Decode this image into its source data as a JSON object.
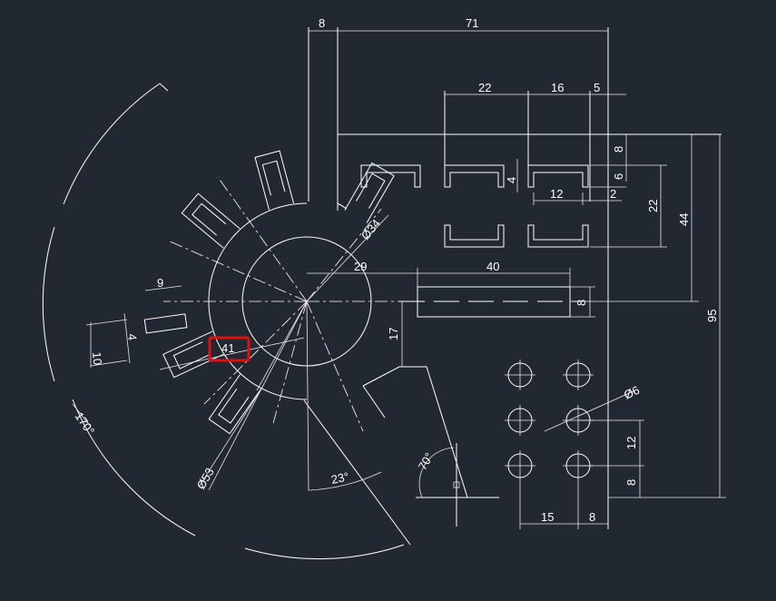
{
  "drawing": {
    "background": "#222831",
    "line_color": "#ffffff",
    "highlight_color": "#e01010",
    "highlighted_dimension": "41",
    "dimensions": {
      "top_8": "8",
      "top_71": "71",
      "d22_top": "22",
      "d16_top": "16",
      "d5_top": "5",
      "r8": "8",
      "r6": "6",
      "d4_slot": "4",
      "d12_slot": "12",
      "d2_slot": "2",
      "v22": "22",
      "v44": "44",
      "v95": "95",
      "dia34": "Ø34",
      "h29": "29",
      "h40": "40",
      "v8_bar": "8",
      "v17": "17",
      "dia6": "Ø6",
      "v12_holes": "12",
      "v8_holes": "8",
      "h15_holes": "15",
      "h8_holes": "8",
      "left_9": "9",
      "left_10": "10",
      "left_4": "4",
      "ang70": "70°",
      "ang23": "23°",
      "ang170": "170°",
      "dia53": "Ø53"
    }
  }
}
